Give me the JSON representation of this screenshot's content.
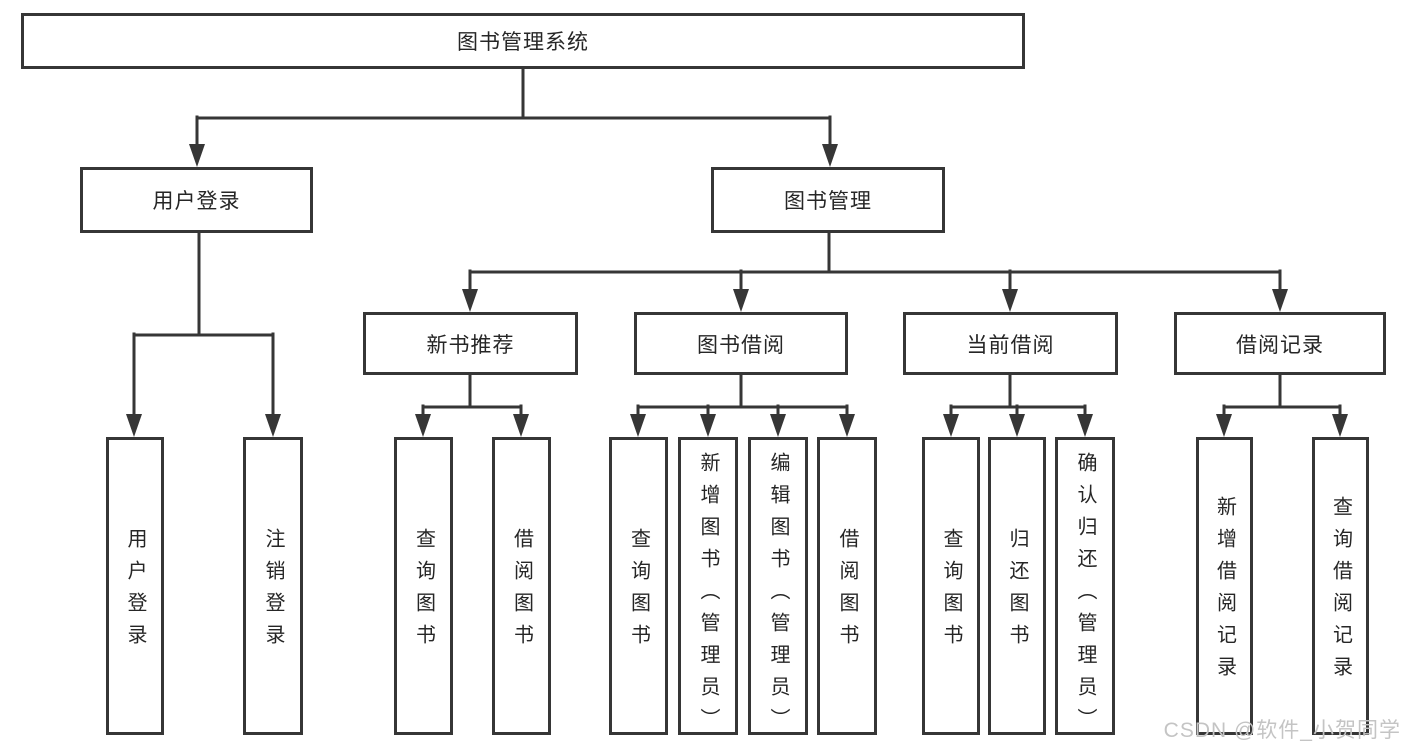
{
  "diagram": {
    "root": {
      "label": "图书管理系统"
    },
    "user_branch": {
      "label": "用户登录",
      "children": [
        {
          "label": "用户登录"
        },
        {
          "label": "注销登录"
        }
      ]
    },
    "mgmt_branch": {
      "label": "图书管理",
      "sections": [
        {
          "label": "新书推荐",
          "children": [
            {
              "label": "查询图书"
            },
            {
              "label": "借阅图书"
            }
          ]
        },
        {
          "label": "图书借阅",
          "children": [
            {
              "label": "查询图书"
            },
            {
              "label": "新增图书（管理员）"
            },
            {
              "label": "编辑图书（管理员）"
            },
            {
              "label": "借阅图书"
            }
          ]
        },
        {
          "label": "当前借阅",
          "children": [
            {
              "label": "查询图书"
            },
            {
              "label": "归还图书"
            },
            {
              "label": "确认归还（管理员）"
            }
          ]
        },
        {
          "label": "借阅记录",
          "children": [
            {
              "label": "新增借阅记录"
            },
            {
              "label": "查询借阅记录"
            }
          ]
        }
      ]
    }
  },
  "watermark": {
    "text": "CSDN @软件_小贺同学"
  },
  "colors": {
    "line": "#363636",
    "text": "#262626",
    "watermark": "#c4c4c4",
    "background": "#ffffff"
  }
}
